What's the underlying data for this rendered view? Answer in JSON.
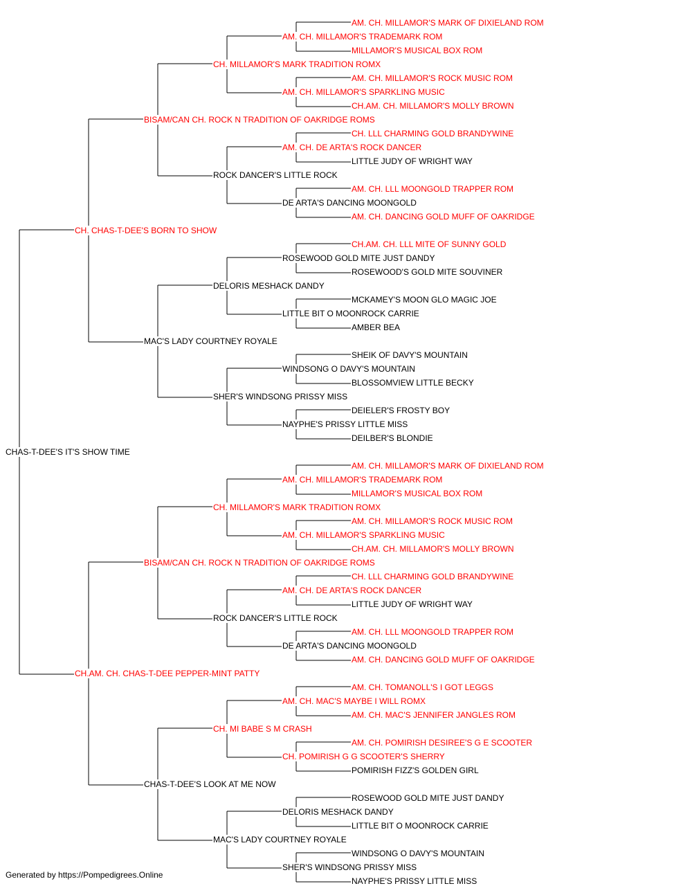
{
  "footer": "Generated by https://Pompedigrees.Online",
  "colors": {
    "titled": "#ff0000",
    "untitled": "#000000",
    "lines": "#000000"
  },
  "pedigree": {
    "name": "CHAS-T-DEE'S IT'S SHOW TIME",
    "titled": false,
    "sire": {
      "name": "CH. CHAS-T-DEE'S BORN TO SHOW",
      "titled": true,
      "sire": {
        "name": "BISAM/CAN CH. ROCK N TRADITION OF OAKRIDGE ROMS",
        "titled": true,
        "sire": {
          "name": "CH. MILLAMOR'S MARK TRADITION ROMX",
          "titled": true,
          "sire": {
            "name": "AM. CH. MILLAMOR'S TRADEMARK ROM",
            "titled": true,
            "sire": {
              "name": "AM. CH. MILLAMOR'S MARK OF DIXIELAND ROM",
              "titled": true
            },
            "dam": {
              "name": "MILLAMOR'S MUSICAL BOX ROM",
              "titled": true
            }
          },
          "dam": {
            "name": "AM. CH. MILLAMOR'S SPARKLING MUSIC",
            "titled": true,
            "sire": {
              "name": "AM. CH. MILLAMOR'S ROCK MUSIC ROM",
              "titled": true
            },
            "dam": {
              "name": "CH.AM. CH. MILLAMOR'S MOLLY BROWN",
              "titled": true
            }
          }
        },
        "dam": {
          "name": "ROCK DANCER'S LITTLE ROCK",
          "titled": false,
          "sire": {
            "name": "AM. CH. DE ARTA'S ROCK DANCER",
            "titled": true,
            "sire": {
              "name": "CH. LLL CHARMING GOLD BRANDYWINE",
              "titled": true
            },
            "dam": {
              "name": "LITTLE JUDY OF WRIGHT WAY",
              "titled": false
            }
          },
          "dam": {
            "name": "DE ARTA'S DANCING MOONGOLD",
            "titled": false,
            "sire": {
              "name": "AM. CH. LLL MOONGOLD TRAPPER ROM",
              "titled": true
            },
            "dam": {
              "name": "AM. CH. DANCING GOLD MUFF OF OAKRIDGE",
              "titled": true
            }
          }
        }
      },
      "dam": {
        "name": "MAC'S LADY COURTNEY ROYALE",
        "titled": false,
        "sire": {
          "name": "DELORIS MESHACK DANDY",
          "titled": false,
          "sire": {
            "name": "ROSEWOOD GOLD MITE JUST DANDY",
            "titled": false,
            "sire": {
              "name": "CH.AM. CH. LLL MITE OF SUNNY GOLD",
              "titled": true
            },
            "dam": {
              "name": "ROSEWOOD'S GOLD MITE SOUVINER",
              "titled": false
            }
          },
          "dam": {
            "name": "LITTLE BIT O MOONROCK CARRIE",
            "titled": false,
            "sire": {
              "name": "MCKAMEY'S MOON GLO MAGIC JOE",
              "titled": false
            },
            "dam": {
              "name": "AMBER BEA",
              "titled": false
            }
          }
        },
        "dam": {
          "name": "SHER'S WINDSONG PRISSY MISS",
          "titled": false,
          "sire": {
            "name": "WINDSONG O DAVY'S MOUNTAIN",
            "titled": false,
            "sire": {
              "name": "SHEIK OF DAVY'S MOUNTAIN",
              "titled": false
            },
            "dam": {
              "name": "BLOSSOMVIEW LITTLE BECKY",
              "titled": false
            }
          },
          "dam": {
            "name": "NAYPHE'S PRISSY LITTLE MISS",
            "titled": false,
            "sire": {
              "name": "DEIELER'S FROSTY BOY",
              "titled": false
            },
            "dam": {
              "name": "DEILBER'S BLONDIE",
              "titled": false
            }
          }
        }
      }
    },
    "dam": {
      "name": "CH.AM. CH. CHAS-T-DEE PEPPER-MINT PATTY",
      "titled": true,
      "sire": {
        "name": "BISAM/CAN CH. ROCK N TRADITION OF OAKRIDGE ROMS",
        "titled": true,
        "sire": {
          "name": "CH. MILLAMOR'S MARK TRADITION ROMX",
          "titled": true,
          "sire": {
            "name": "AM. CH. MILLAMOR'S TRADEMARK ROM",
            "titled": true,
            "sire": {
              "name": "AM. CH. MILLAMOR'S MARK OF DIXIELAND ROM",
              "titled": true
            },
            "dam": {
              "name": "MILLAMOR'S MUSICAL BOX ROM",
              "titled": true
            }
          },
          "dam": {
            "name": "AM. CH. MILLAMOR'S SPARKLING MUSIC",
            "titled": true,
            "sire": {
              "name": "AM. CH. MILLAMOR'S ROCK MUSIC ROM",
              "titled": true
            },
            "dam": {
              "name": "CH.AM. CH. MILLAMOR'S MOLLY BROWN",
              "titled": true
            }
          }
        },
        "dam": {
          "name": "ROCK DANCER'S LITTLE ROCK",
          "titled": false,
          "sire": {
            "name": "AM. CH. DE ARTA'S ROCK DANCER",
            "titled": true,
            "sire": {
              "name": "CH. LLL CHARMING GOLD BRANDYWINE",
              "titled": true
            },
            "dam": {
              "name": "LITTLE JUDY OF WRIGHT WAY",
              "titled": false
            }
          },
          "dam": {
            "name": "DE ARTA'S DANCING MOONGOLD",
            "titled": false,
            "sire": {
              "name": "AM. CH. LLL MOONGOLD TRAPPER ROM",
              "titled": true
            },
            "dam": {
              "name": "AM. CH. DANCING GOLD MUFF OF OAKRIDGE",
              "titled": true
            }
          }
        }
      },
      "dam": {
        "name": "CHAS-T-DEE'S LOOK AT ME NOW",
        "titled": false,
        "sire": {
          "name": "CH. MI BABE S M CRASH",
          "titled": true,
          "sire": {
            "name": "AM. CH. MAC'S MAYBE I WILL ROMX",
            "titled": true,
            "sire": {
              "name": "AM. CH. TOMANOLL'S I GOT LEGGS",
              "titled": true
            },
            "dam": {
              "name": "AM. CH. MAC'S JENNIFER JANGLES ROM",
              "titled": true
            }
          },
          "dam": {
            "name": "CH. POMIRISH G G SCOOTER'S SHERRY",
            "titled": true,
            "sire": {
              "name": "AM. CH. POMIRISH DESIREE'S G E SCOOTER",
              "titled": true
            },
            "dam": {
              "name": "POMIRISH FIZZ'S GOLDEN GIRL",
              "titled": false
            }
          }
        },
        "dam": {
          "name": "MAC'S LADY COURTNEY ROYALE",
          "titled": false,
          "sire": {
            "name": "DELORIS MESHACK DANDY",
            "titled": false,
            "sire": {
              "name": "ROSEWOOD GOLD MITE JUST DANDY",
              "titled": false
            },
            "dam": {
              "name": "LITTLE BIT O MOONROCK CARRIE",
              "titled": false
            }
          },
          "dam": {
            "name": "SHER'S WINDSONG PRISSY MISS",
            "titled": false,
            "sire": {
              "name": "WINDSONG O DAVY'S MOUNTAIN",
              "titled": false
            },
            "dam": {
              "name": "NAYPHE'S PRISSY LITTLE MISS",
              "titled": false
            }
          }
        }
      }
    }
  }
}
